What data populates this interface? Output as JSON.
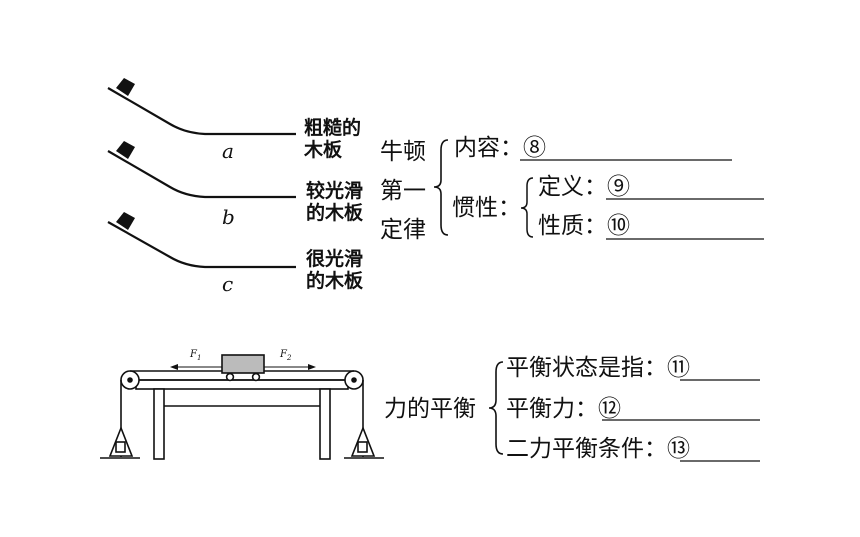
{
  "ramps": [
    {
      "letter": "a",
      "label_line1": "粗糙的",
      "label_line2": "木板"
    },
    {
      "letter": "b",
      "label_line1": "较光滑",
      "label_line2": "的木板"
    },
    {
      "letter": "c",
      "label_line1": "很光滑",
      "label_line2": "的木板"
    }
  ],
  "newton": {
    "title_line1": "牛顿",
    "title_line2": "第一",
    "title_line3": "定律",
    "content_label": "内容：",
    "content_blank": "⑧",
    "inertia_label": "惯性：",
    "definition_label": "定义：",
    "definition_blank": "⑨",
    "property_label": "性质：",
    "property_blank": "⑩"
  },
  "apparatus": {
    "f1": "F",
    "f1_sub": "1",
    "f2": "F",
    "f2_sub": "2"
  },
  "balance": {
    "title": "力的平衡",
    "item1_label": "平衡状态是指：",
    "item1_blank": "⑪",
    "item2_label": "平衡力：",
    "item2_blank": "⑫",
    "item3_label": "二力平衡条件：",
    "item3_blank": "⑬"
  }
}
